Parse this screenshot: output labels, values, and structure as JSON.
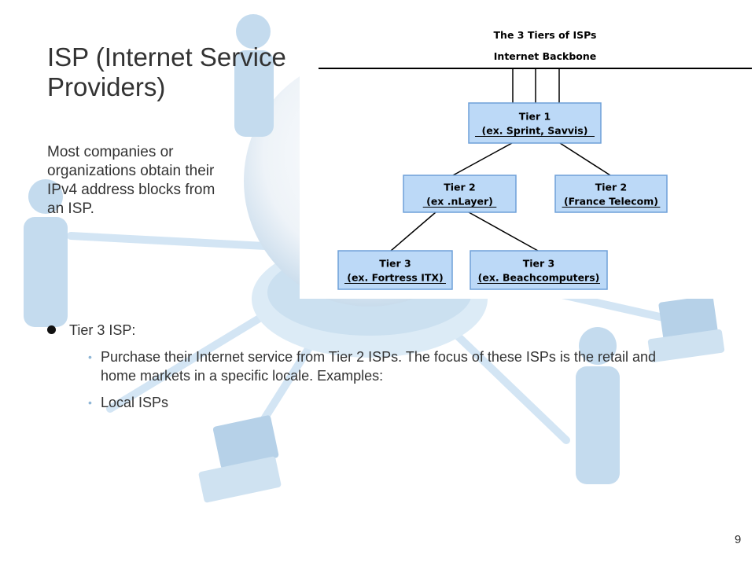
{
  "slide": {
    "title": "ISP (Internet Service Providers)",
    "subtitle": "Most companies or organizations obtain their IPv4 address blocks from an ISP.",
    "page_number": "9"
  },
  "diagram": {
    "heading": "The 3 Tiers of ISPs",
    "backbone_label": "Internet Backbone",
    "box_fill": "#bcd9f7",
    "box_stroke": "#6fa0d8",
    "nodes": [
      {
        "line1": "Tier 1",
        "line2": "(ex. Sprint, Savvis)"
      },
      {
        "line1": "Tier 2",
        "line2": "(ex .nLayer)"
      },
      {
        "line1": "Tier 2",
        "line2": "(France Telecom)"
      },
      {
        "line1": "Tier 3",
        "line2": "(ex. Fortress ITX)"
      },
      {
        "line1": "Tier 3",
        "line2": "(ex. Beachcomputers)"
      }
    ]
  },
  "bullets": {
    "level1": "Tier 3 ISP:",
    "level2": [
      "Purchase their Internet service from Tier 2 ISPs. The focus of these ISPs is the retail and home markets in a specific locale. Examples:",
      "Local ISPs"
    ]
  }
}
